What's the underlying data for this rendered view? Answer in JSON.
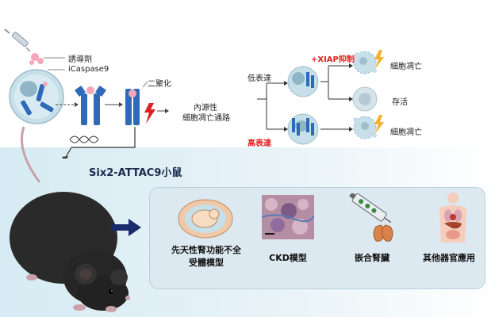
{
  "top_left": {
    "inducer_label": "誘導劑",
    "icaspase9_label": "iCaspase9",
    "dimerize_label": "二聚化",
    "pathway_label_line1": "內源性",
    "pathway_label_line2": "細胞凋亡通路"
  },
  "top_right": {
    "low_expression_label": "低表達",
    "high_expression_label": "高表達",
    "xiap_label": "+XIAP抑制",
    "outcome_apoptosis_1": "細胞凋亡",
    "outcome_survival": "存活",
    "outcome_apoptosis_2": "細胞凋亡"
  },
  "mouse": {
    "title": "Six2-ATTAC9小鼠"
  },
  "applications": {
    "item1_line1": "先天性腎功能不全",
    "item1_line2": "受體模型",
    "item2": "CKD模型",
    "item3": "嵌合腎臟",
    "item4": "其他器官應用"
  },
  "colors": {
    "accent_red": "#e02020",
    "navy": "#1a2a6a",
    "panel_blue": "#dde9f0",
    "lightning": "#f2b230"
  }
}
